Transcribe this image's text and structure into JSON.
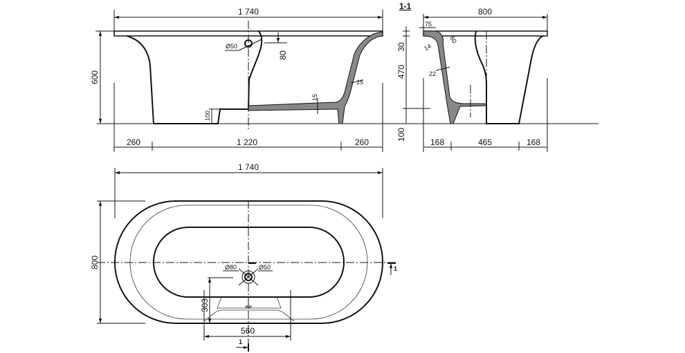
{
  "side_view": {
    "overall_length": "1 740",
    "height": "600",
    "overflow_diameter": "Ø50",
    "overflow_depth": "80",
    "wall_thickness": "15",
    "floor_thickness": "15",
    "step_height": "100",
    "left_foot": "260",
    "middle": "1 220",
    "right_foot": "260"
  },
  "section": {
    "label": "1-1",
    "overall_width": "800",
    "rim_overhang": "75",
    "rim_height": "30",
    "wall_height": "470",
    "base_height": "100",
    "rim_thickness": "14",
    "rim_depth": "60",
    "wall_thickness": "22",
    "left_foot": "168",
    "middle": "465",
    "right_foot": "168"
  },
  "plan_view": {
    "overall_length": "1 740",
    "overall_width": "800",
    "drain_diameter": "Ø80",
    "waste_diameter": "Ø50",
    "drain_offset": "303",
    "foot_width": "560",
    "section_marker": "1"
  }
}
